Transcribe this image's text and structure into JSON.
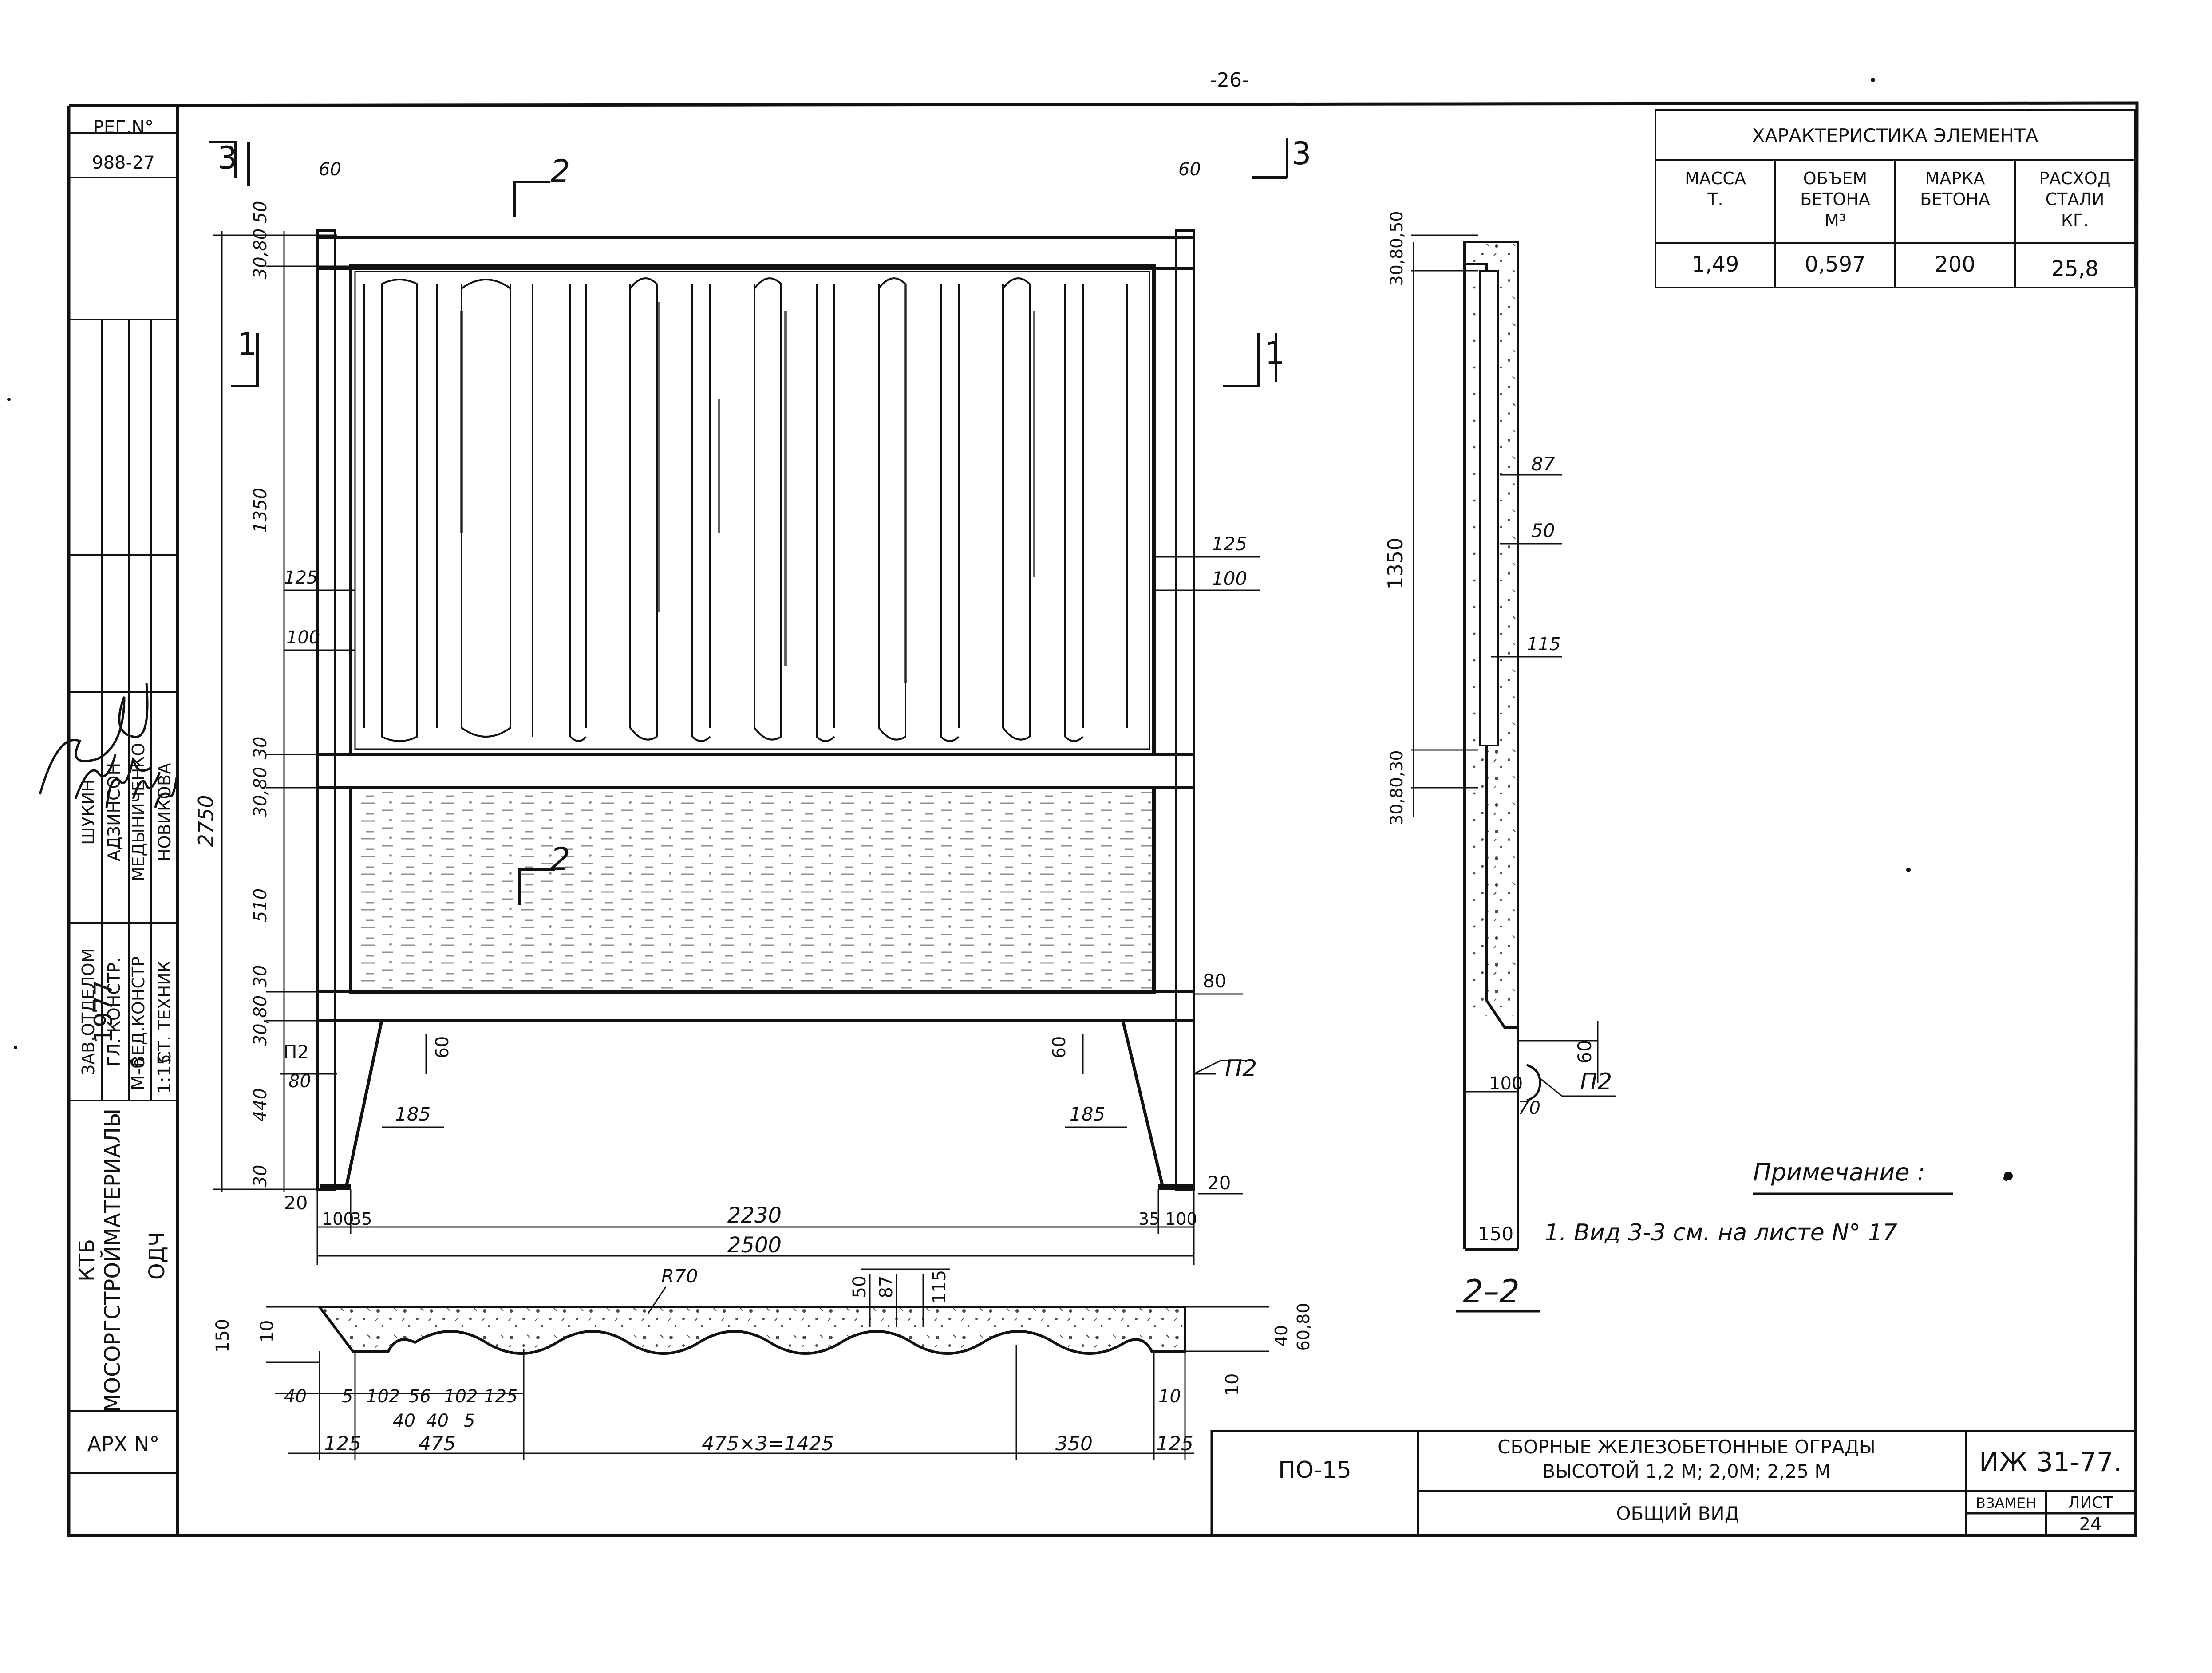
{
  "page_number": "-26-",
  "left_strip": {
    "reg_label": "РЕГ.N°",
    "reg_value": "988-27",
    "year": "1977",
    "roles": [
      "ЗАВ.ОТДЕЛОМ",
      "ГЛ. КОНСТР.",
      "ВЕД.КОНСТР",
      "СТ. ТЕХНИК"
    ],
    "names": [
      "ШУКИН",
      "АДЗИНСОН",
      "МЕДЫНИЧЕНКО",
      "НОВИКОВА"
    ],
    "scale_label": "М-б",
    "scale_value": "1:15",
    "org_line1": "КТБ",
    "org_line2": "МОСОРГСТРОЙМАТЕРИАЛЫ",
    "org_dept": "ОДЧ",
    "arch_label": "АРХ N°"
  },
  "characteristics": {
    "title": "ХАРАКТЕРИСТИКА ЭЛЕМЕНТА",
    "headers": [
      [
        "МАССА",
        "Т."
      ],
      [
        "ОБЪЕМ",
        "БЕТОНА",
        "М³"
      ],
      [
        "МАРКА",
        "БЕТОНА"
      ],
      [
        "РАСХОД",
        "СТАЛИ",
        "КГ."
      ]
    ],
    "values": [
      "1,49",
      "0,597",
      "200",
      "25,8"
    ]
  },
  "section_marks": {
    "s1": "1",
    "s2": "2",
    "s3": "3",
    "p2": "П2",
    "section_title": "2–2",
    "r70": "R70"
  },
  "front_dims": {
    "top60_left": "60",
    "top60_right": "60",
    "v_left": [
      "50",
      "30,80",
      "1350",
      "125",
      "100",
      "30",
      "30,80",
      "510",
      "30",
      "30,80",
      "440",
      "80",
      "30"
    ],
    "total_height": "2750",
    "right_125": "125",
    "right_100": "100",
    "right_80": "80",
    "right_20": "20",
    "left_20": "20",
    "leg_60_left": "60",
    "leg_60_right": "60",
    "leg_185_left": "185",
    "leg_185_right": "185",
    "bottom_100_l": "100",
    "bottom_35_l": "35",
    "bottom_2230": "2230",
    "bottom_35_r": "35",
    "bottom_100_r": "100",
    "bottom_2500": "2500"
  },
  "side_dims": {
    "top": "30,80,50",
    "d87": "87",
    "d50": "50",
    "d1350": "1350",
    "d115": "115",
    "mid": "30,80,30",
    "d60": "60",
    "d100": "100",
    "d70": "70",
    "d150": "150"
  },
  "plan_dims": {
    "h150": "150",
    "h10_l": "10",
    "h40_r": "40",
    "h60_80": "60,80",
    "h10_r": "10",
    "top_50": "50",
    "top_87": "87",
    "top_115": "115",
    "row1": [
      "40",
      "5",
      "102",
      "56",
      "102",
      "125"
    ],
    "row1b": [
      "40",
      "40",
      "5"
    ],
    "row1_right": "10",
    "row2": [
      "125",
      "475",
      "475×3=1425",
      "350",
      "125"
    ]
  },
  "note": {
    "title": "Примечание :",
    "text": "1. Вид   3-3 см.  на листе  N° 17"
  },
  "title_block": {
    "code": "ПО-15",
    "title1": "СБОРНЫЕ   ЖЕЛЕЗОБЕТОННЫЕ  ОГРАДЫ",
    "title2": "ВЫСОТОЙ  1,2 М; 2,0М; 2,25 М",
    "subtitle": "ОБЩИЙ        ВИД",
    "doc": "ИЖ 31-77.",
    "replace_label": "ВЗАМЕН",
    "sheet_label": "ЛИСТ",
    "sheet_num": "24"
  }
}
